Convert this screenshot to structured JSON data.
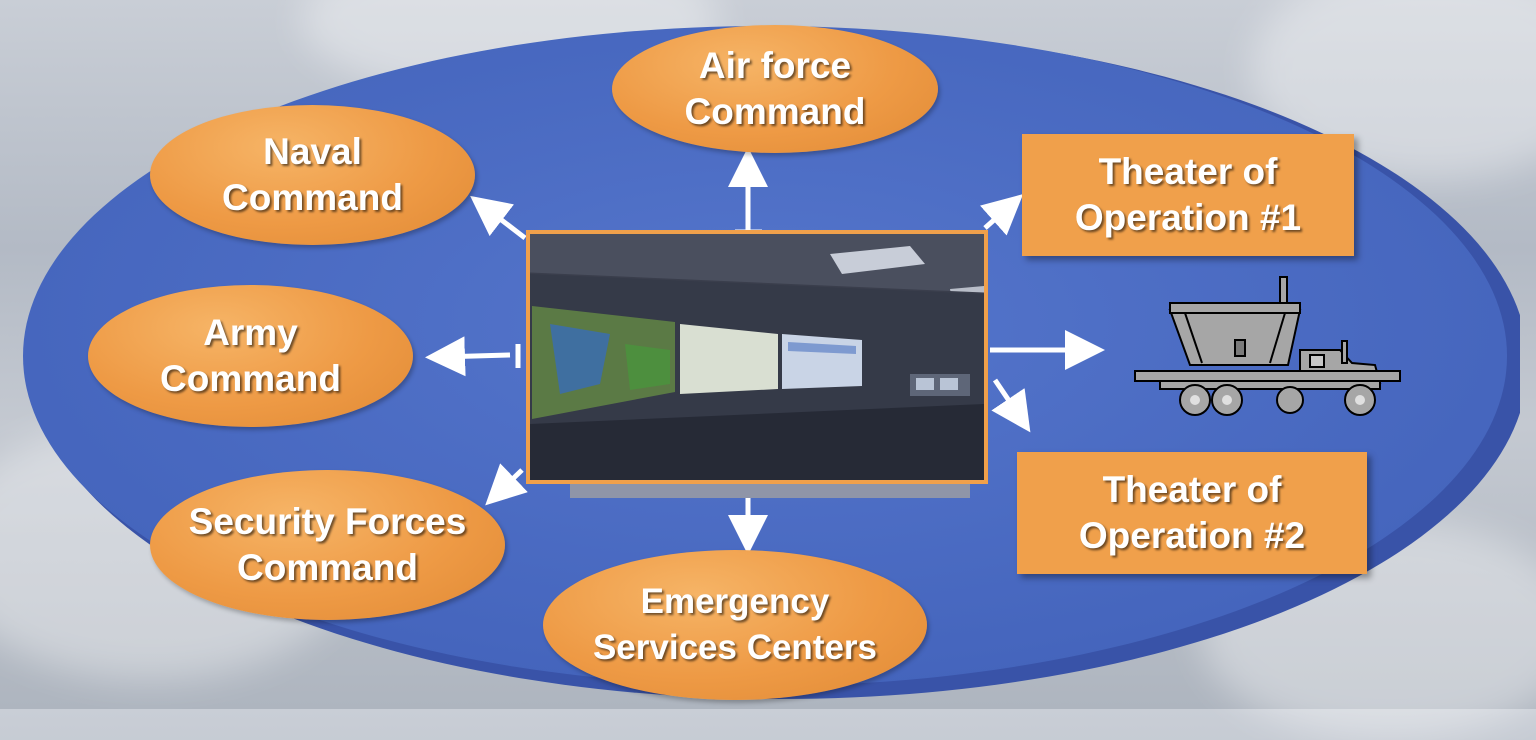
{
  "nodes": {
    "air_force": "Air force\nCommand",
    "naval": "Naval\nCommand",
    "army": "Army\nCommand",
    "security_forces": "Security Forces\nCommand",
    "emergency": "Emergency\nServices Centers",
    "theater1": "Theater of\nOperation #1",
    "theater2": "Theater of\nOperation #2"
  },
  "center_image": "command-center-video-wall-photo",
  "icons": [
    "truck-icon"
  ],
  "colors": {
    "ellipse": "#4a6cc4",
    "node_fill": "#f0a04b",
    "arrow": "#ffffff",
    "text": "#ffffff"
  }
}
